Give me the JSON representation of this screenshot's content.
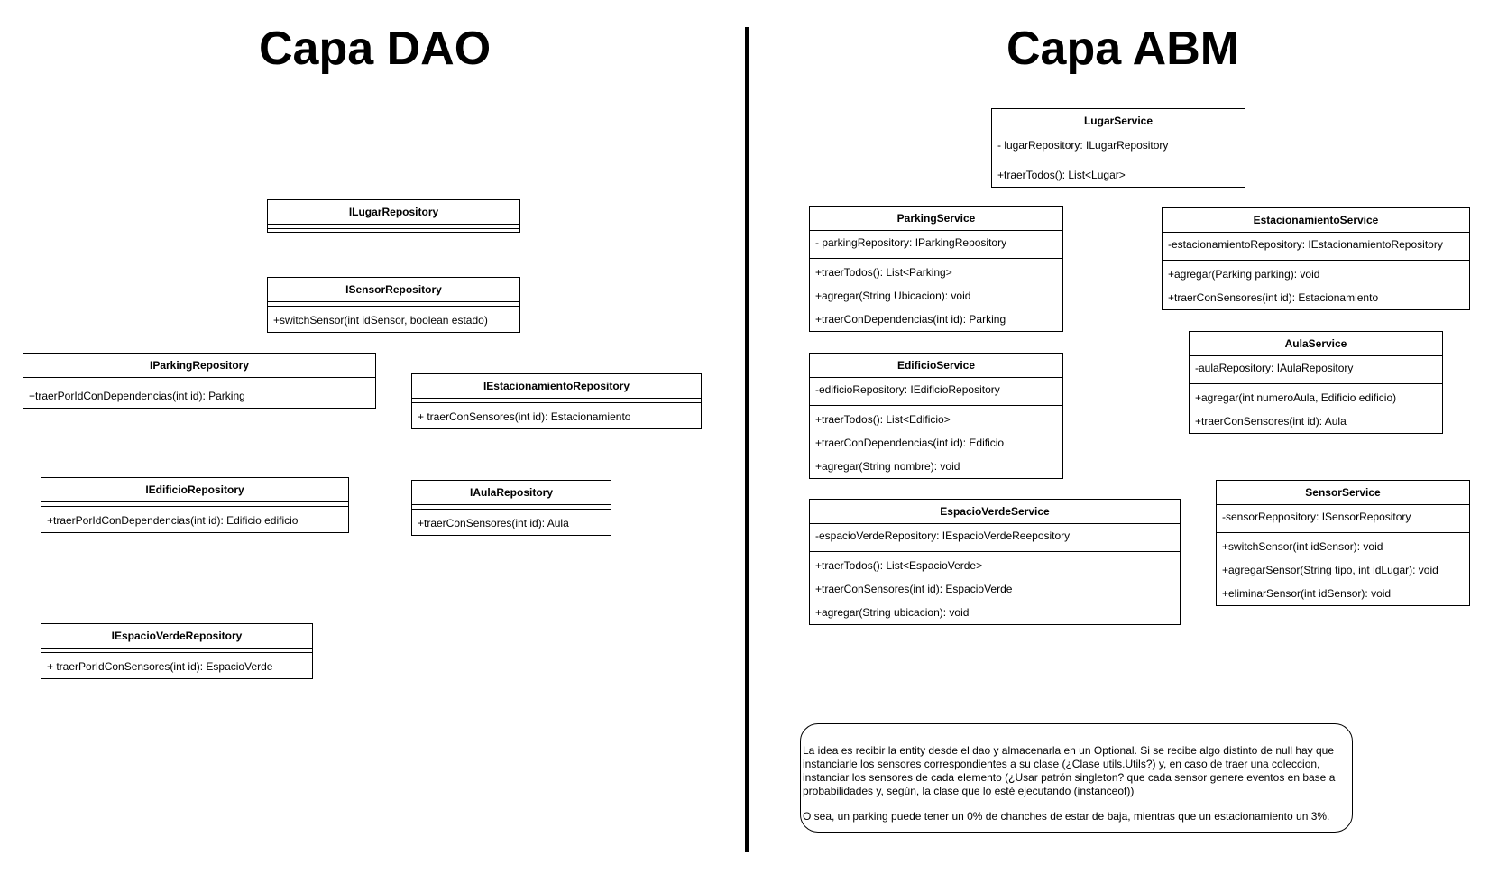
{
  "titles": {
    "dao": "Capa DAO",
    "abm": "Capa ABM"
  },
  "dao": {
    "lugar_repo": {
      "name": "ILugarRepository",
      "attrs": [],
      "ops": []
    },
    "sensor_repo": {
      "name": "ISensorRepository",
      "attrs": [],
      "ops": [
        "+switchSensor(int idSensor, boolean estado)"
      ]
    },
    "parking_repo": {
      "name": "IParkingRepository",
      "attrs": [],
      "ops": [
        "+traerPorIdConDependencias(int id): Parking"
      ]
    },
    "estacionamiento_repo": {
      "name": "IEstacionamientoRepository",
      "attrs": [],
      "ops": [
        "+ traerConSensores(int id): Estacionamiento"
      ]
    },
    "edificio_repo": {
      "name": "IEdificioRepository",
      "attrs": [],
      "ops": [
        "+traerPorIdConDependencias(int id): Edificio edificio"
      ]
    },
    "aula_repo": {
      "name": "IAulaRepository",
      "attrs": [],
      "ops": [
        "+traerConSensores(int id): Aula"
      ]
    },
    "espacioverde_repo": {
      "name": "IEspacioVerdeRepository",
      "attrs": [],
      "ops": [
        "+ traerPorIdConSensores(int id): EspacioVerde"
      ]
    }
  },
  "abm": {
    "lugar_service": {
      "name": "LugarService",
      "attrs": [
        "- lugarRepository: ILugarRepository"
      ],
      "ops": [
        "+traerTodos(): List<Lugar>"
      ]
    },
    "parking_service": {
      "name": "ParkingService",
      "attrs": [
        "- parkingRepository: IParkingRepository"
      ],
      "ops": [
        "+traerTodos(): List<Parking>",
        "+agregar(String Ubicacion): void",
        "+traerConDependencias(int id): Parking"
      ]
    },
    "estacionamiento_service": {
      "name": "EstacionamientoService",
      "attrs": [
        "-estacionamientoRepository: IEstacionamientoRepository"
      ],
      "ops": [
        "+agregar(Parking parking): void",
        "+traerConSensores(int id): Estacionamiento"
      ]
    },
    "aula_service": {
      "name": "AulaService",
      "attrs": [
        "-aulaRepository: IAulaRepository"
      ],
      "ops": [
        "+agregar(int numeroAula, Edificio edificio)",
        "+traerConSensores(int id): Aula"
      ]
    },
    "edificio_service": {
      "name": "EdificioService",
      "attrs": [
        "-edificioRepository: IEdificioRepository"
      ],
      "ops": [
        "+traerTodos(): List<Edificio>",
        "+traerConDependencias(int id): Edificio",
        "+agregar(String nombre): void"
      ]
    },
    "espacioverde_service": {
      "name": "EspacioVerdeService",
      "attrs": [
        "-espacioVerdeRepository: IEspacioVerdeReepository"
      ],
      "ops": [
        "+traerTodos(): List<EspacioVerde>",
        "+traerConSensores(int id): EspacioVerde",
        "+agregar(String ubicacion): void"
      ]
    },
    "sensor_service": {
      "name": "SensorService",
      "attrs": [
        "-sensorReppository: ISensorRepository"
      ],
      "ops": [
        "+switchSensor(int idSensor): void",
        "+agregarSensor(String tipo, int idLugar): void",
        "+eliminarSensor(int idSensor): void"
      ]
    }
  },
  "note": {
    "paragraph1": "La idea es recibir la entity desde el dao y almacenarla en un Optional. Si se recibe algo distinto de null hay que\ninstanciarle los sensores correspondientes a su clase (¿Clase utils.Utils?) y, en caso de traer una coleccion,\ninstanciar los sensores de cada elemento (¿Usar patrón singleton? que cada sensor genere eventos en base a\nprobabilidades y, según, la clase que lo esté ejecutando (instanceof))",
    "paragraph2": "O sea, un parking puede tener un 0% de chanches de estar de baja, mientras que un estacionamiento un 3%."
  }
}
